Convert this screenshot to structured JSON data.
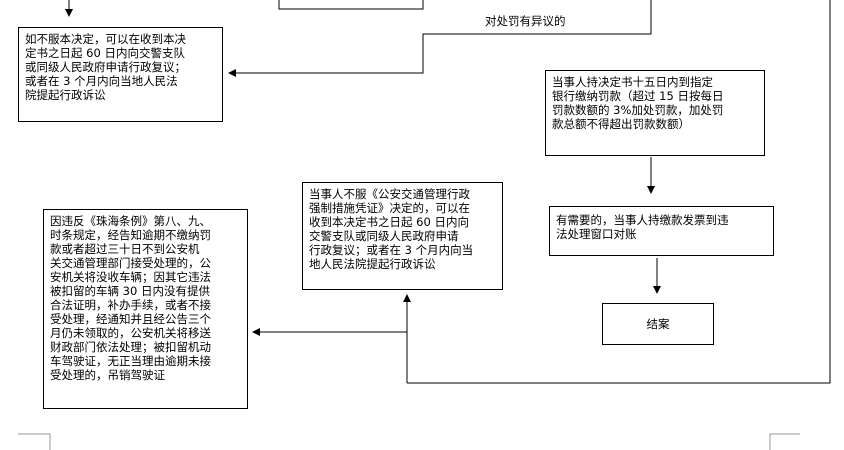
{
  "diagram": {
    "edge_label_objection": "对处罚有异议的",
    "box_appeal": "如不服本决定，可以在收到本决\n定书之日起 60 日内向交警支队\n或同级人民政府申请行政复议；\n或者在 3 个月内向当地人民法\n院提起行政诉讼",
    "box_pay_fine": "当事人持决定书十五日内到指定\n银行缴纳罚款（超过 15 日按每日\n罚款数额的 3%加处罚款，加处罚\n款总额不得超出罚款数额）",
    "box_coercive_appeal": "当事人不服《公安交通管理行政\n强制措施凭证》决定的，可以在\n收到本决定书之日起 60 日内向\n交警支队或同级人民政府申请\n行政复议；或者在 3 个月内向当\n地人民法院提起行政诉讼",
    "box_reconcile": "有需要的，当事人持缴款发票到违\n法处理窗口对账",
    "box_close": "结案",
    "box_confiscate": "因违反《珠海条例》第八、九、\n时条规定，经告知逾期不缴纳罚\n款或者超过三十日不到公安机\n关交通管理部门接受处理的，公\n安机关将没收车辆；因其它违法\n被扣留的车辆 30 日内没有提供\n合法证明，补办手续，或者不接\n受处理，经通知并且经公告三个\n月仍未领取的，公安机关将移送\n财政部门依法处理；被扣留机动\n车驾驶证，无正当理由逾期未接\n受处理的，吊销驾驶证"
  }
}
